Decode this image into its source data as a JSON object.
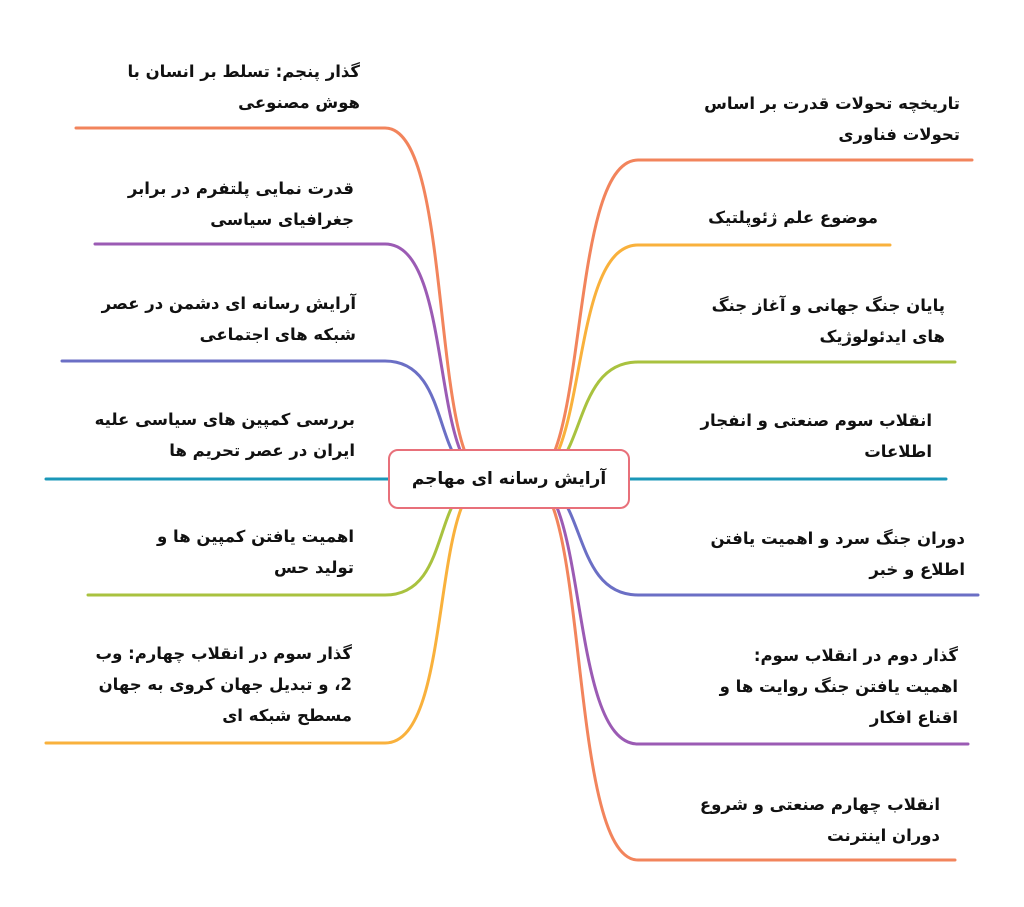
{
  "colors": {
    "orange": "#f2845c",
    "amber": "#f9b13c",
    "lime": "#a9c23f",
    "teal": "#1a97b8",
    "blue": "#6b6fc5",
    "purple": "#9b5bb4",
    "center_border": "#e8707a"
  },
  "center": {
    "label": "آرایش رسانه ای مهاجم"
  },
  "right_nodes": [
    {
      "lines": [
        "تاریخچه تحولات قدرت بر اساس",
        "تحولات فناوری"
      ],
      "color": "orange"
    },
    {
      "lines": [
        "موضوع علم ژئوپلتیک"
      ],
      "color": "amber"
    },
    {
      "lines": [
        "پایان جنگ جهانی و آغاز جنگ",
        "های ایدئولوژیک"
      ],
      "color": "lime"
    },
    {
      "lines": [
        "انقلاب سوم صنعتی و انفجار",
        "اطلاعات"
      ],
      "color": "teal"
    },
    {
      "lines": [
        "دوران جنگ سرد و اهمیت یافتن",
        "اطلاع و خبر"
      ],
      "color": "blue"
    },
    {
      "lines": [
        "گذار دوم در انقلاب سوم:",
        "اهمیت یافتن جنگ روایت ها و",
        "اقناع افکار"
      ],
      "color": "purple"
    },
    {
      "lines": [
        "انقلاب چهارم صنعتی و شروع",
        "دوران اینترنت"
      ],
      "color": "orange"
    }
  ],
  "left_nodes": [
    {
      "lines": [
        "گذار پنجم: تسلط بر انسان با",
        "هوش مصنوعی"
      ],
      "color": "orange"
    },
    {
      "lines": [
        "قدرت نمایی پلتفرم در برابر",
        "جغرافیای سیاسی"
      ],
      "color": "purple"
    },
    {
      "lines": [
        "آرایش رسانه ای دشمن در عصر",
        "شبکه های اجتماعی"
      ],
      "color": "blue"
    },
    {
      "lines": [
        "بررسی کمپین های سیاسی علیه",
        "ایران در عصر تحریم ها"
      ],
      "color": "teal"
    },
    {
      "lines": [
        "اهمیت یافتن کمپین ها و",
        "تولید حس"
      ],
      "color": "lime"
    },
    {
      "lines": [
        "گذار سوم در انقلاب چهارم: وب",
        "2، و تبدیل جهان کروی به جهان",
        "مسطح شبکه ای"
      ],
      "color": "amber"
    }
  ]
}
